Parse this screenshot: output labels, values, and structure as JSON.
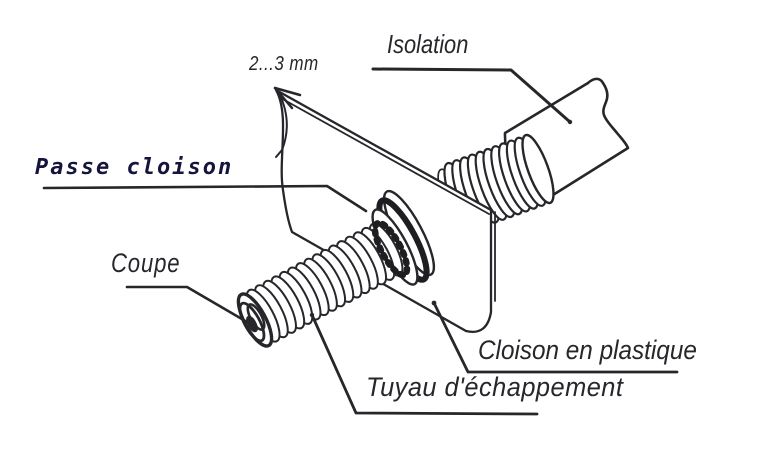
{
  "meta": {
    "background": "#ffffff",
    "line_color": "#26262b",
    "handwritten_label_color": "#14143c"
  },
  "labels": {
    "dimension": "2...3 mm",
    "isolation": "Isolation",
    "passe_cloison": "Passe cloison",
    "coupe": "Coupe",
    "cloison_plastique": "Cloison en plastique",
    "tuyau_echappement": "Tuyau d'échappement"
  }
}
